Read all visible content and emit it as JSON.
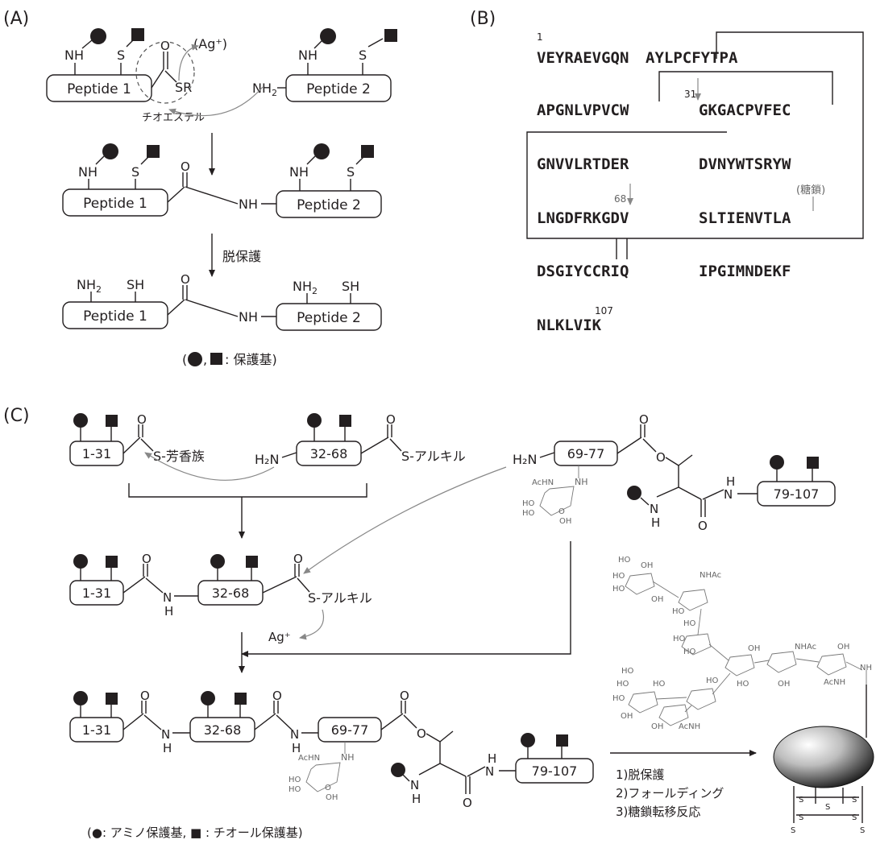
{
  "panels": {
    "a": {
      "label": "(A)",
      "peptide1": "Peptide 1",
      "peptide2": "Peptide 2",
      "nh": "NH",
      "s": "S",
      "nh2": "NH",
      "nh2_sub": "2",
      "sh": "SH",
      "o": "O",
      "sr": "SR",
      "ag": "(Ag⁺)",
      "thioester": "チオエステル",
      "amide_nh": "NH",
      "deprotect": "脱保護",
      "legend_text": ": 保護基)",
      "legend_open": "(",
      "legend_comma": ","
    },
    "b": {
      "label": "(B)",
      "rows": [
        [
          "VEYRAEVGQN",
          "AYLPCFYTPA"
        ],
        [
          "APGNLVPVCW",
          "GKGACPVFEC"
        ],
        [
          "GNVVLRTDER",
          "DVNYWTSRYW"
        ],
        [
          "LNGDFRKGDV",
          "SLTIENVTLA"
        ],
        [
          "DSGIYCCRIQ",
          "IPGIMNDEKF"
        ],
        [
          "NLKLVIK",
          ""
        ]
      ],
      "num_1": "1",
      "num_31": "31",
      "num_68": "68",
      "num_107": "107",
      "glycan_label": "(糖鎖)"
    },
    "c": {
      "label": "(C)",
      "frag_1_31": "1-31",
      "frag_32_68": "32-68",
      "frag_69_77": "69-77",
      "frag_79_107": "79-107",
      "s_aromatic": "S-芳香族",
      "s_alkyl": "S-アルキル",
      "h2n": "H₂N",
      "ag": "Ag⁺",
      "n": "N",
      "h": "H",
      "o": "O",
      "achn": "AcHN",
      "nh": "NH",
      "ho": "HO",
      "oh": "OH",
      "nhac": "NHAc",
      "acnh": "AcNH",
      "ring_o": "O",
      "step1": "1)脱保護",
      "step2": "2)フォールディング",
      "step3": "3)糖鎖転移反応",
      "legend": "(●: アミノ保護基, ■ : チオール保護基)",
      "disulfide_s": "S"
    }
  }
}
